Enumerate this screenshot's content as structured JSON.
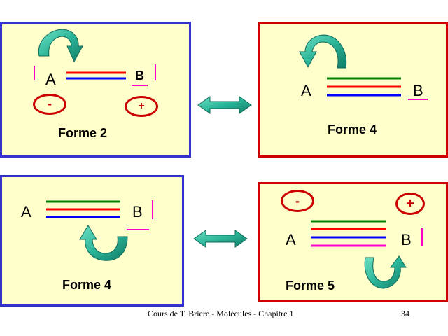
{
  "forms": [
    {
      "atom_a": "A",
      "atom_b": "B",
      "caption": "Forme 2",
      "charge_left": "-",
      "charge_right": "+"
    },
    {
      "atom_a": "A",
      "atom_b": "B",
      "caption": "Forme 4"
    },
    {
      "atom_a": "A",
      "atom_b": "B",
      "caption": "Forme 4"
    },
    {
      "atom_a": "A",
      "atom_b": "B",
      "caption": "Forme 5",
      "charge_left": "-",
      "charge_right": "+"
    }
  ],
  "footer": {
    "text": "Cours de T. Briere - Molécules - Chapitre 1",
    "page_number": "34"
  },
  "colors": {
    "blue_border": "#3333cc",
    "red_border": "#cc0000",
    "panel_bg": "#ffffcc",
    "bond_red": "#ff0000",
    "bond_blue": "#0000ff",
    "bond_green": "#008000",
    "bond_magenta": "#ff00cc",
    "arrow_teal": "#2bb598"
  },
  "icons": [
    "resonance-double-arrow",
    "curved-electron-arrow"
  ]
}
